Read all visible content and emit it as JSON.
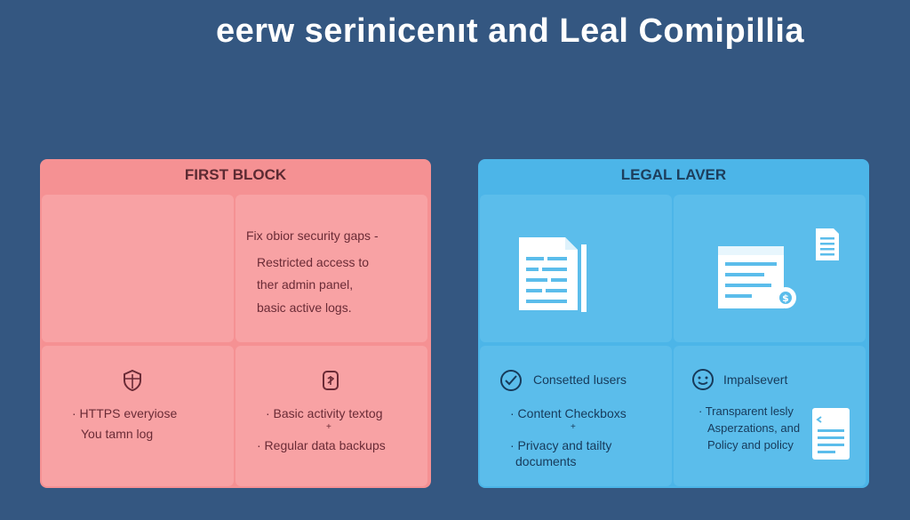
{
  "title": "eerw serinicenıt and Leal Comipillia",
  "left_block": {
    "heading": "FIRST BLOCK",
    "top_right": {
      "line1": "Fix obior security gaps -",
      "line2": "Restricted access to",
      "line3": "ther admin panel,",
      "line4": "basic active logs."
    },
    "bottom_left": {
      "line1": "· HTTPS everyiose",
      "line2": "You tamn log"
    },
    "bottom_right": {
      "line1": "· Basic activity textog",
      "plus": "+",
      "line2": "· Regular data backups"
    }
  },
  "right_block": {
    "heading": "LEGAL LAVER",
    "bottom_left": {
      "header": "Consetted lusers",
      "line1": "· Content Checkboxs",
      "plus": "+",
      "line2": "· Privacy and tailty",
      "line3": "documents"
    },
    "bottom_right": {
      "header": "Impalsevert",
      "line1": "· Transparent lesly",
      "line2": "Asperzations, and",
      "line3": "Policy and policy"
    }
  },
  "colors": {
    "background": "#345781",
    "left_panel": "#f59193",
    "right_panel": "#4cb5e8"
  }
}
